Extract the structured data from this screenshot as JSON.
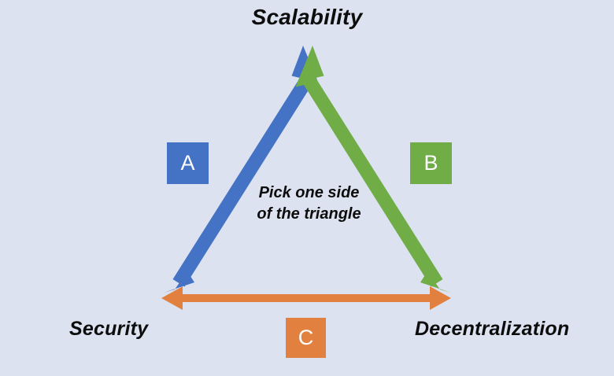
{
  "diagram": {
    "title_vertex": "Scalability",
    "left_vertex": "Security",
    "right_vertex": "Decentralization",
    "center_note_line1": "Pick one side",
    "center_note_line2": "of the triangle",
    "sides": [
      {
        "id": "A",
        "label": "A",
        "color": "#4472c4",
        "from": "Security",
        "to": "Scalability",
        "arrows": "double"
      },
      {
        "id": "B",
        "label": "B",
        "color": "#70ad47",
        "from": "Scalability",
        "to": "Decentralization",
        "arrows": "double"
      },
      {
        "id": "C",
        "label": "C",
        "color": "#e2813f",
        "from": "Security",
        "to": "Decentralization",
        "arrows": "double"
      }
    ],
    "colors": {
      "background": "#dde2f0",
      "blue": "#4472c4",
      "green": "#70ad47",
      "orange": "#e2813f",
      "text": "#0d0d0d",
      "badge_text": "#ffffff"
    }
  }
}
